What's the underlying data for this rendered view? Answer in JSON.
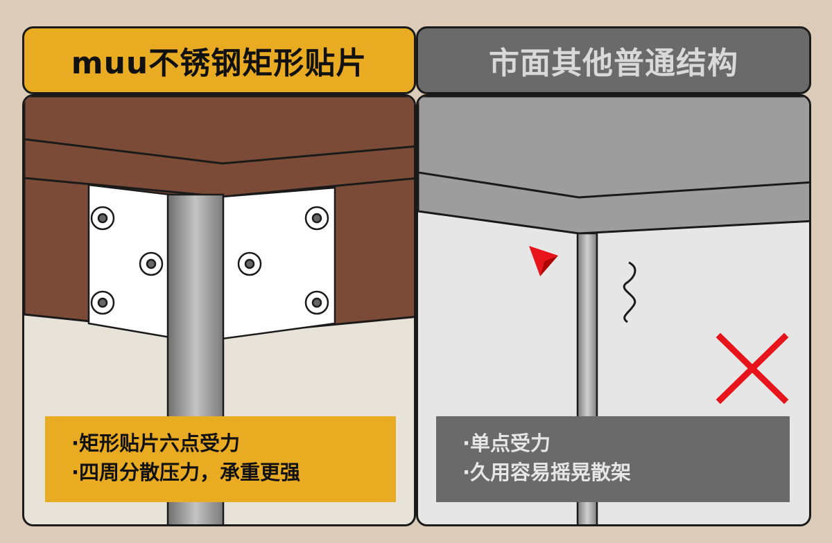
{
  "left": {
    "title": "muu不锈钢矩形贴片",
    "points": [
      "·矩形贴片六点受力",
      "·四周分散压力，承重更强"
    ]
  },
  "right": {
    "title": "市面其他普通结构",
    "points": [
      "·单点受力",
      "·久用容易摇晃散架"
    ]
  },
  "colors": {
    "accent": "#e9ab22",
    "gray_header": "#6a6a6a",
    "wood": "#7b4b37",
    "cross": "#e8141b"
  }
}
